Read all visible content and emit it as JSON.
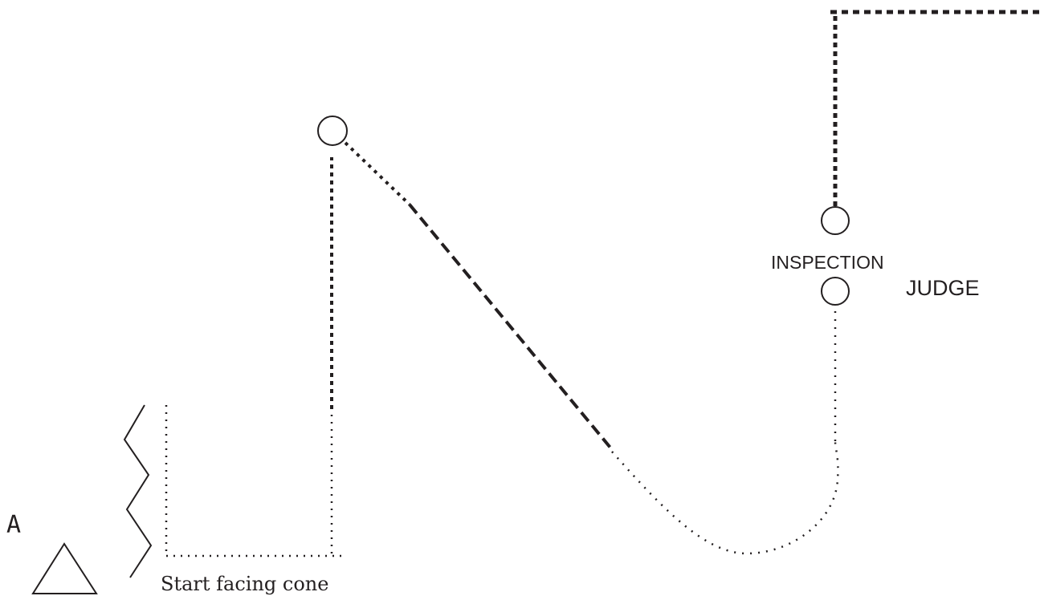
{
  "diagram": {
    "labels": {
      "marker": "A",
      "start_note": "Start facing cone",
      "inspection": "INSPECTION",
      "judge": "JUDGE"
    },
    "colors": {
      "ink": "#231f20",
      "background": "#ffffff"
    },
    "shapes": {
      "start_marker": "triangle",
      "cones": "circle",
      "barrier": "zigzag"
    }
  }
}
